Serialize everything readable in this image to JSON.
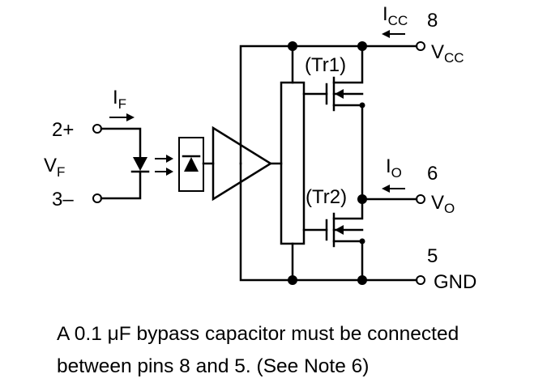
{
  "pins": {
    "anode": {
      "number": "2",
      "polarity": "+"
    },
    "cathode": {
      "number": "3",
      "polarity": "–"
    },
    "vcc": {
      "number": "8",
      "name": "V",
      "sub": "CC"
    },
    "vo": {
      "number": "6",
      "name": "V",
      "sub": "O"
    },
    "gnd": {
      "number": "5",
      "name": "GND"
    }
  },
  "labels": {
    "if_main": "I",
    "if_sub": "F",
    "vf_main": "V",
    "vf_sub": "F",
    "icc_main": "I",
    "icc_sub": "CC",
    "io_main": "I",
    "io_sub": "O",
    "tr1": "(Tr1)",
    "tr2": "(Tr2)"
  },
  "caption": {
    "line1": "A 0.1 μF bypass capacitor must be connected",
    "line2": "between pins 8 and 5. (See Note 6)"
  }
}
